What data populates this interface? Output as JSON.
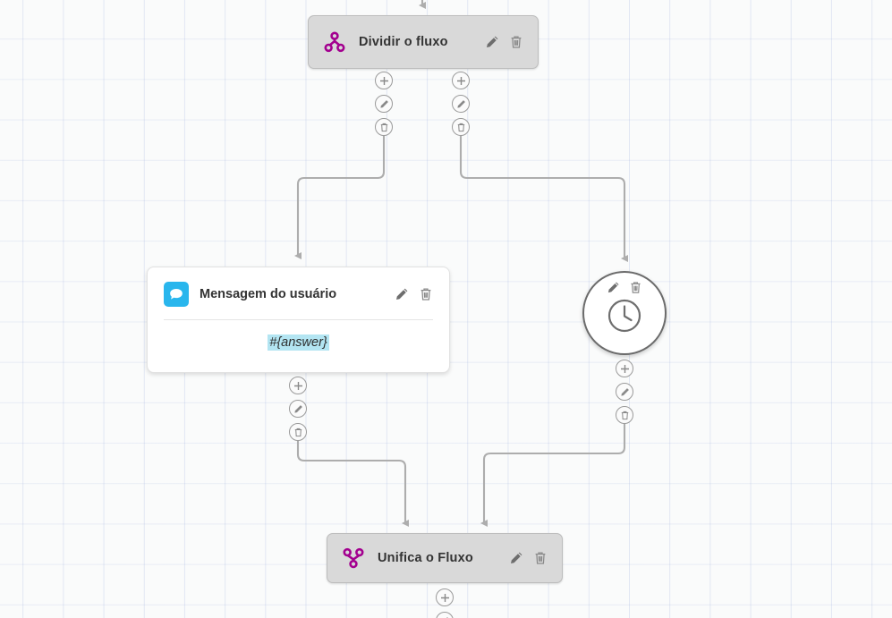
{
  "canvas": {
    "grid_color": "#8ca0d7",
    "background": "#fafbfb"
  },
  "palette": {
    "node_gray": "#d9d9d9",
    "node_border": "#bdbdbd",
    "purple": "#a3008f",
    "chat_blue": "#29b6ed",
    "edge_gray": "#adadad",
    "token_highlight": "#b3e5f2",
    "title_text": "#333333"
  },
  "nodes": {
    "split": {
      "title": "Dividir o fluxo",
      "icon": "split-flow-icon",
      "edit_label": "Editar",
      "delete_label": "Excluir"
    },
    "user_message": {
      "title": "Mensagem do usuário",
      "icon": "chat-bubble-icon",
      "body_token": "#{answer}",
      "edit_label": "Editar",
      "delete_label": "Excluir"
    },
    "timer": {
      "icon": "clock-icon",
      "edit_label": "Editar",
      "delete_label": "Excluir"
    },
    "merge": {
      "title": "Unifica o Fluxo",
      "icon": "merge-flow-icon",
      "edit_label": "Editar",
      "delete_label": "Excluir"
    }
  },
  "connector_buttons": {
    "add_label": "Adicionar",
    "edit_label": "Editar",
    "delete_label": "Excluir"
  }
}
